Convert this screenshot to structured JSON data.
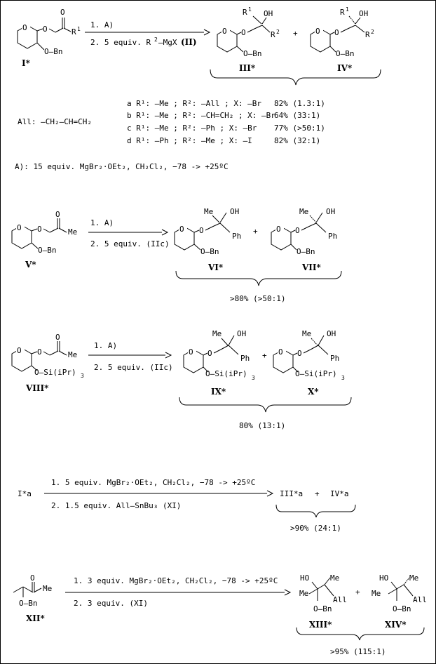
{
  "scheme1": {
    "start_label": "I*",
    "step1": "1. A)",
    "step2_a": "2. 5 equiv. R",
    "step2_sup": "2",
    "step2_b": "—MgX",
    "step2_ref": "(II)",
    "product1_label": "III*",
    "product2_label": "IV*",
    "plus": "+",
    "rows": [
      {
        "text": "a R¹: —Me ; R²: —All ; X: —Br",
        "yield": "82% (1.3:1)"
      },
      {
        "text": "b R¹: —Me ; R²: —CH=CH₂ ; X: —Br",
        "yield": "64% (33:1)"
      },
      {
        "text": "c R¹: —Me ; R²: —Ph ; X: —Br",
        "yield": "77% (>50:1)"
      },
      {
        "text": "d R¹: —Ph ; R²: —Me ; X: —I",
        "yield": "82% (32:1)"
      }
    ],
    "all_def": "All: —CH₂—CH=CH₂",
    "cond_a": "A):  15 equiv. MgBr₂·OEt₂,  CH₂Cl₂,   −78 -> +25ºC"
  },
  "scheme2": {
    "start_label": "V*",
    "step1": "1. A)",
    "step2": "2. 5 equiv. (IIc)",
    "product1_label": "VI*",
    "product2_label": "VII*",
    "plus": "+",
    "result": ">80% (>50:1)"
  },
  "scheme3": {
    "start_label": "VIII*",
    "step1": "1. A)",
    "step2": "2. 5 equiv. (IIc)",
    "product1_label": "IX*",
    "product2_label": "X*",
    "plus": "+",
    "result": "80% (13:1)"
  },
  "scheme4": {
    "start_label": "I*a",
    "step1": "1. 5 equiv. MgBr₂·OEt₂,  CH₂Cl₂,   −78 -> +25ºC",
    "step2": "2. 1.5 equiv. All—SnBu₃  (XI)",
    "product1_label": "III*a",
    "product2_label": "IV*a",
    "plus": "+",
    "result": ">90% (24:1)"
  },
  "scheme5": {
    "start_label": "XII*",
    "step1": "1. 3 equiv. MgBr₂·OEt₂,  CH₂Cl₂,  −78 -> +25ºC",
    "step2": "2. 3 equiv. (XI)",
    "product1_label": "XIII*",
    "product2_label": "XIV*",
    "plus": "+",
    "result": ">95% (115:1)"
  },
  "atoms": {
    "O": "O",
    "OBn": "O—Bn",
    "OSi": "O—Si(iPr)",
    "sub3": "3",
    "Me": "Me",
    "Ph": "Ph",
    "OH": "OH",
    "HO": "HO",
    "R1": "R",
    "R2": "R",
    "sup1": "1",
    "sup2": "2",
    "All": "All"
  }
}
